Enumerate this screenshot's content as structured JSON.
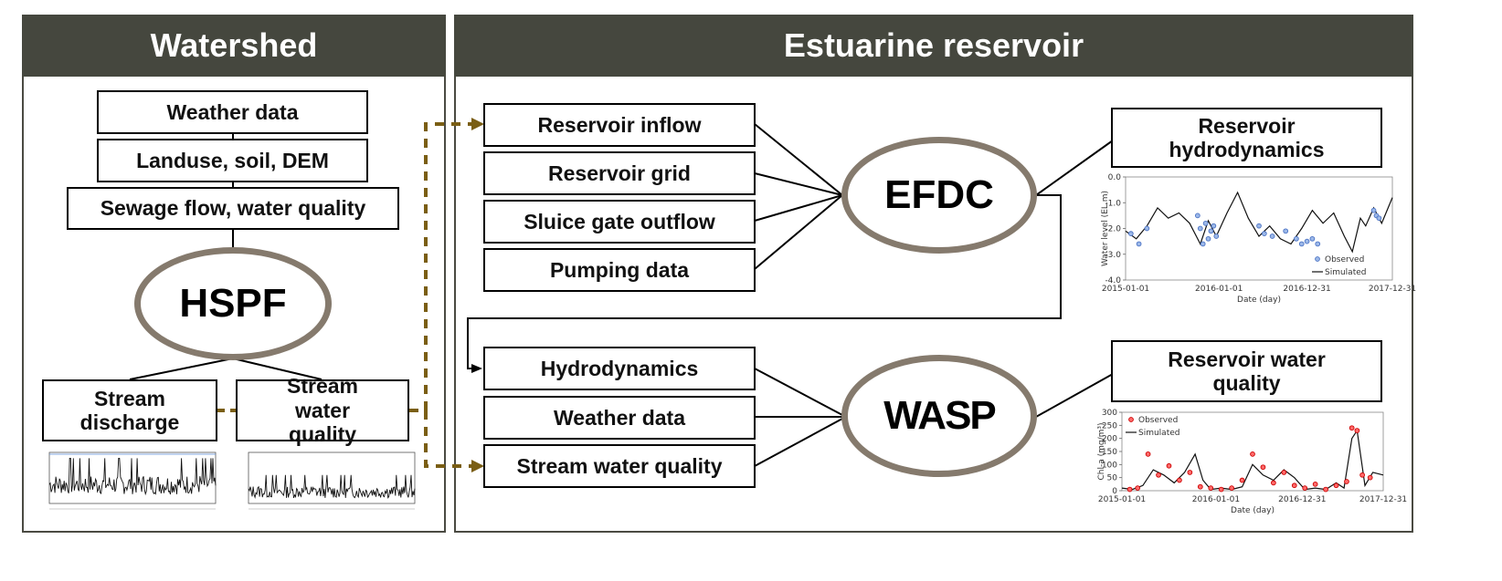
{
  "watershed": {
    "title": "Watershed",
    "inputs": [
      "Weather data",
      "Landuse, soil, DEM",
      "Sewage flow, water quality"
    ],
    "model": "HSPF",
    "outputs": [
      "Stream discharge",
      "Stream water quality"
    ]
  },
  "reservoir": {
    "title": "Estuarine reservoir",
    "efdc_inputs": [
      "Reservoir inflow",
      "Reservoir grid",
      "Sluice gate outflow",
      "Pumping data"
    ],
    "efdc_model": "EFDC",
    "efdc_output": "Reservoir hydrodynamics",
    "wasp_inputs": [
      "Hydrodynamics",
      "Weather data",
      "Stream water quality"
    ],
    "wasp_model": "WASP",
    "wasp_output": "Reservoir water quality"
  },
  "chart_data": [
    {
      "type": "line",
      "ylabel": "Water level (EL.m)",
      "xlabel": "Date (day)",
      "x_ticks": [
        "2015-01-01",
        "2016-01-01",
        "2016-12-31",
        "2017-12-31"
      ],
      "y_ticks": [
        "0.0",
        "-1.0",
        "-2.0",
        "-3.0",
        "-4.0"
      ],
      "ylim": [
        -4.0,
        0.0
      ],
      "legend": [
        "Observed",
        "Simulated"
      ],
      "legend_position": "bottom-right",
      "series": [
        {
          "name": "Simulated",
          "x_frac": [
            0.0,
            0.04,
            0.08,
            0.12,
            0.16,
            0.2,
            0.24,
            0.28,
            0.31,
            0.34,
            0.38,
            0.42,
            0.46,
            0.5,
            0.54,
            0.58,
            0.62,
            0.66,
            0.7,
            0.74,
            0.78,
            0.82,
            0.85,
            0.88,
            0.9,
            0.93,
            0.96,
            1.0
          ],
          "values": [
            -2.1,
            -2.4,
            -1.9,
            -1.2,
            -1.6,
            -1.4,
            -1.8,
            -2.6,
            -1.7,
            -2.3,
            -1.4,
            -0.6,
            -1.6,
            -2.3,
            -1.9,
            -2.4,
            -2.6,
            -2.0,
            -1.3,
            -1.8,
            -1.4,
            -2.3,
            -2.9,
            -1.6,
            -1.9,
            -1.2,
            -1.8,
            -0.8
          ]
        },
        {
          "name": "Observed",
          "x_frac": [
            0.02,
            0.05,
            0.08,
            0.27,
            0.28,
            0.29,
            0.3,
            0.31,
            0.32,
            0.33,
            0.34,
            0.5,
            0.52,
            0.55,
            0.6,
            0.64,
            0.66,
            0.68,
            0.7,
            0.72,
            0.93,
            0.94,
            0.95
          ],
          "values": [
            -2.2,
            -2.6,
            -2.0,
            -1.5,
            -2.0,
            -2.6,
            -1.8,
            -2.4,
            -2.1,
            -1.9,
            -2.3,
            -1.9,
            -2.2,
            -2.3,
            -2.1,
            -2.4,
            -2.6,
            -2.5,
            -2.4,
            -2.6,
            -1.3,
            -1.5,
            -1.6
          ]
        }
      ]
    },
    {
      "type": "line",
      "ylabel": "Chl-a (mg/m³)",
      "xlabel": "Date (day)",
      "x_ticks": [
        "2015-01-01",
        "2016-01-01",
        "2016-12-31",
        "2017-12-31"
      ],
      "y_ticks": [
        "300",
        "250",
        "200",
        "150",
        "100",
        "50",
        "0"
      ],
      "ylim": [
        0,
        300
      ],
      "legend": [
        "Observed",
        "Simulated"
      ],
      "legend_position": "top-left",
      "series": [
        {
          "name": "Simulated",
          "x_frac": [
            0.0,
            0.04,
            0.08,
            0.12,
            0.16,
            0.2,
            0.24,
            0.28,
            0.31,
            0.34,
            0.38,
            0.42,
            0.46,
            0.5,
            0.54,
            0.58,
            0.62,
            0.66,
            0.7,
            0.74,
            0.78,
            0.82,
            0.85,
            0.88,
            0.9,
            0.93,
            0.96,
            1.0
          ],
          "values": [
            10,
            5,
            20,
            80,
            60,
            30,
            70,
            140,
            40,
            5,
            10,
            5,
            15,
            100,
            60,
            40,
            80,
            50,
            5,
            10,
            5,
            30,
            10,
            200,
            230,
            20,
            70,
            60
          ]
        },
        {
          "name": "Observed",
          "x_frac": [
            0.03,
            0.06,
            0.1,
            0.14,
            0.18,
            0.22,
            0.26,
            0.3,
            0.34,
            0.38,
            0.42,
            0.46,
            0.5,
            0.54,
            0.58,
            0.62,
            0.66,
            0.7,
            0.74,
            0.78,
            0.82,
            0.86,
            0.88,
            0.9,
            0.92,
            0.95
          ],
          "values": [
            5,
            10,
            140,
            60,
            95,
            40,
            70,
            15,
            10,
            5,
            10,
            40,
            140,
            90,
            30,
            70,
            20,
            10,
            25,
            5,
            20,
            35,
            240,
            230,
            60,
            50
          ]
        }
      ]
    }
  ]
}
